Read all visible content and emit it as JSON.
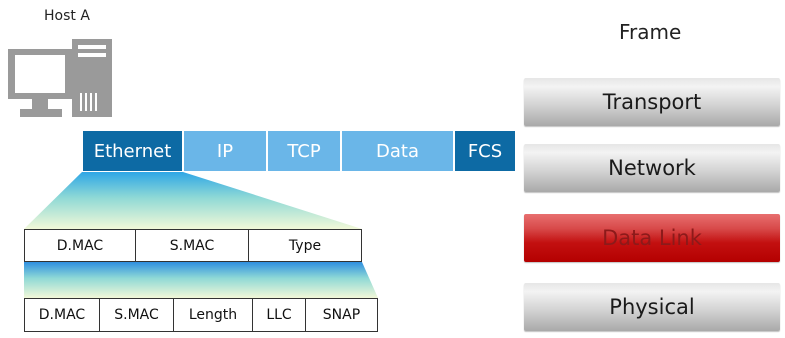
{
  "host": {
    "label": "Host A",
    "icon": "desktop-computer-icon"
  },
  "frame": {
    "segments": [
      "Ethernet",
      "IP",
      "TCP",
      "Data",
      "FCS"
    ]
  },
  "ethernet_fields": [
    "D.MAC",
    "S.MAC",
    "Type"
  ],
  "snap_fields": [
    "D.MAC",
    "S.MAC",
    "Length",
    "LLC",
    "SNAP"
  ],
  "layers": {
    "title": "Frame",
    "items": [
      "Transport",
      "Network",
      "Data Link",
      "Physical"
    ],
    "highlight": "Data Link",
    "colors": {
      "normal": "#d4d4d4",
      "highlight": "#c31010",
      "frame_dark": "#0d6aa4",
      "frame_light": "#6ab6e8"
    }
  }
}
